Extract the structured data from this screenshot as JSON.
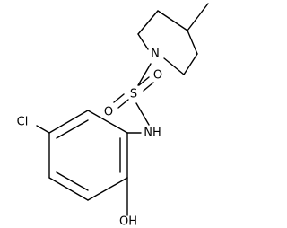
{
  "molecule": {
    "atoms": {
      "cl": "Cl",
      "oh": "OH",
      "nh": "NH",
      "s": "S",
      "o_top": "O",
      "o_bottom": "O",
      "n_ring": "N"
    }
  }
}
